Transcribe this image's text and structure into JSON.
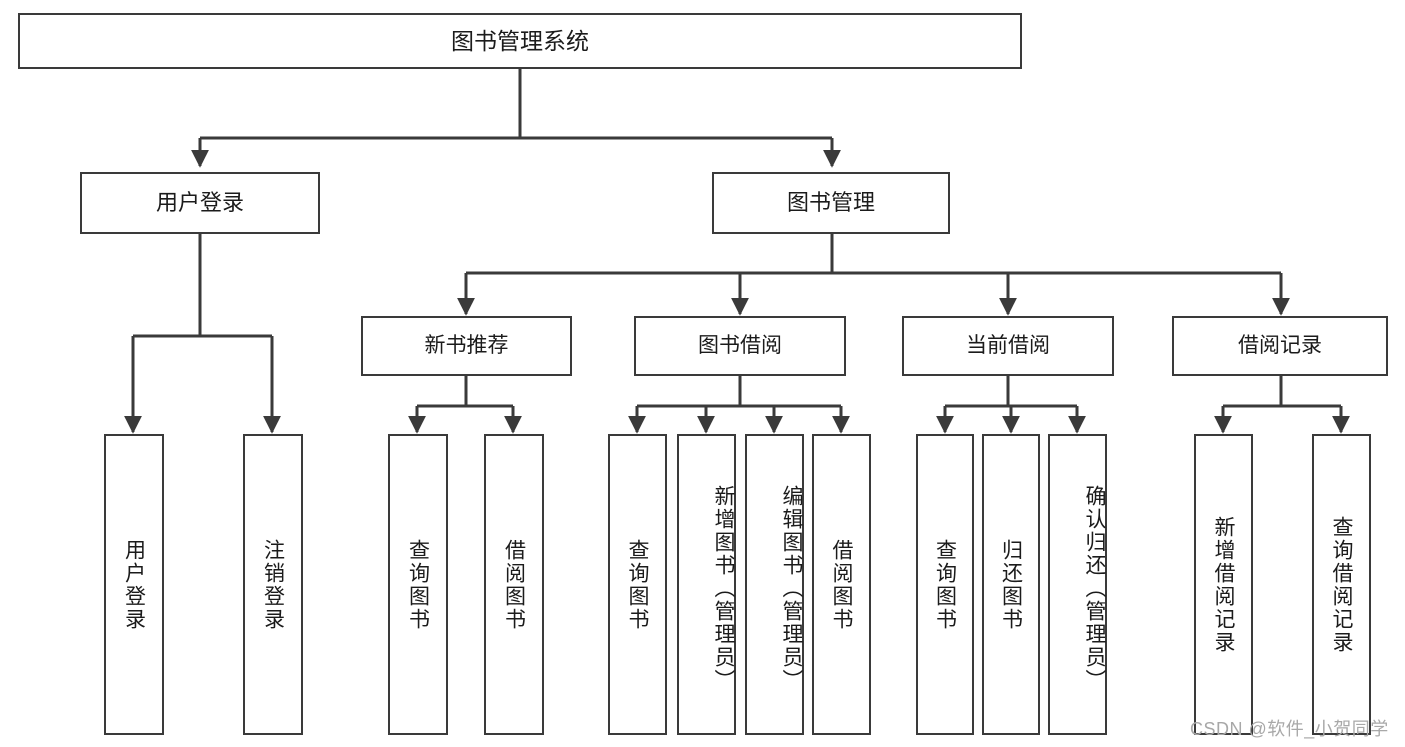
{
  "diagram": {
    "title": "图书管理系统",
    "type": "tree-hierarchy-chart",
    "root": {
      "label": "图书管理系统"
    },
    "level2": [
      {
        "label": "用户登录"
      },
      {
        "label": "图书管理"
      }
    ],
    "level3": [
      {
        "label": "新书推荐"
      },
      {
        "label": "图书借阅"
      },
      {
        "label": "当前借阅"
      },
      {
        "label": "借阅记录"
      }
    ],
    "leaves": {
      "user_login": [
        {
          "label": "用户登录"
        },
        {
          "label": "注销登录"
        }
      ],
      "new_book_recommend": [
        {
          "label": "查询图书"
        },
        {
          "label": "借阅图书"
        }
      ],
      "book_borrow": [
        {
          "label": "查询图书"
        },
        {
          "label": "新增图书（管理员）"
        },
        {
          "label": "编辑图书（管理员）"
        },
        {
          "label": "借阅图书"
        }
      ],
      "current_borrow": [
        {
          "label": "查询图书"
        },
        {
          "label": "归还图书"
        },
        {
          "label": "确认归还（管理员）"
        }
      ],
      "borrow_record": [
        {
          "label": "新增借阅记录"
        },
        {
          "label": "查询借阅记录"
        }
      ]
    },
    "colors": {
      "stroke": "#3a3a3a",
      "text": "#1b1b1b",
      "background": "#ffffff",
      "watermark": "#a8a8a8"
    }
  },
  "watermark": {
    "text": "CSDN @软件_小贺同学"
  }
}
